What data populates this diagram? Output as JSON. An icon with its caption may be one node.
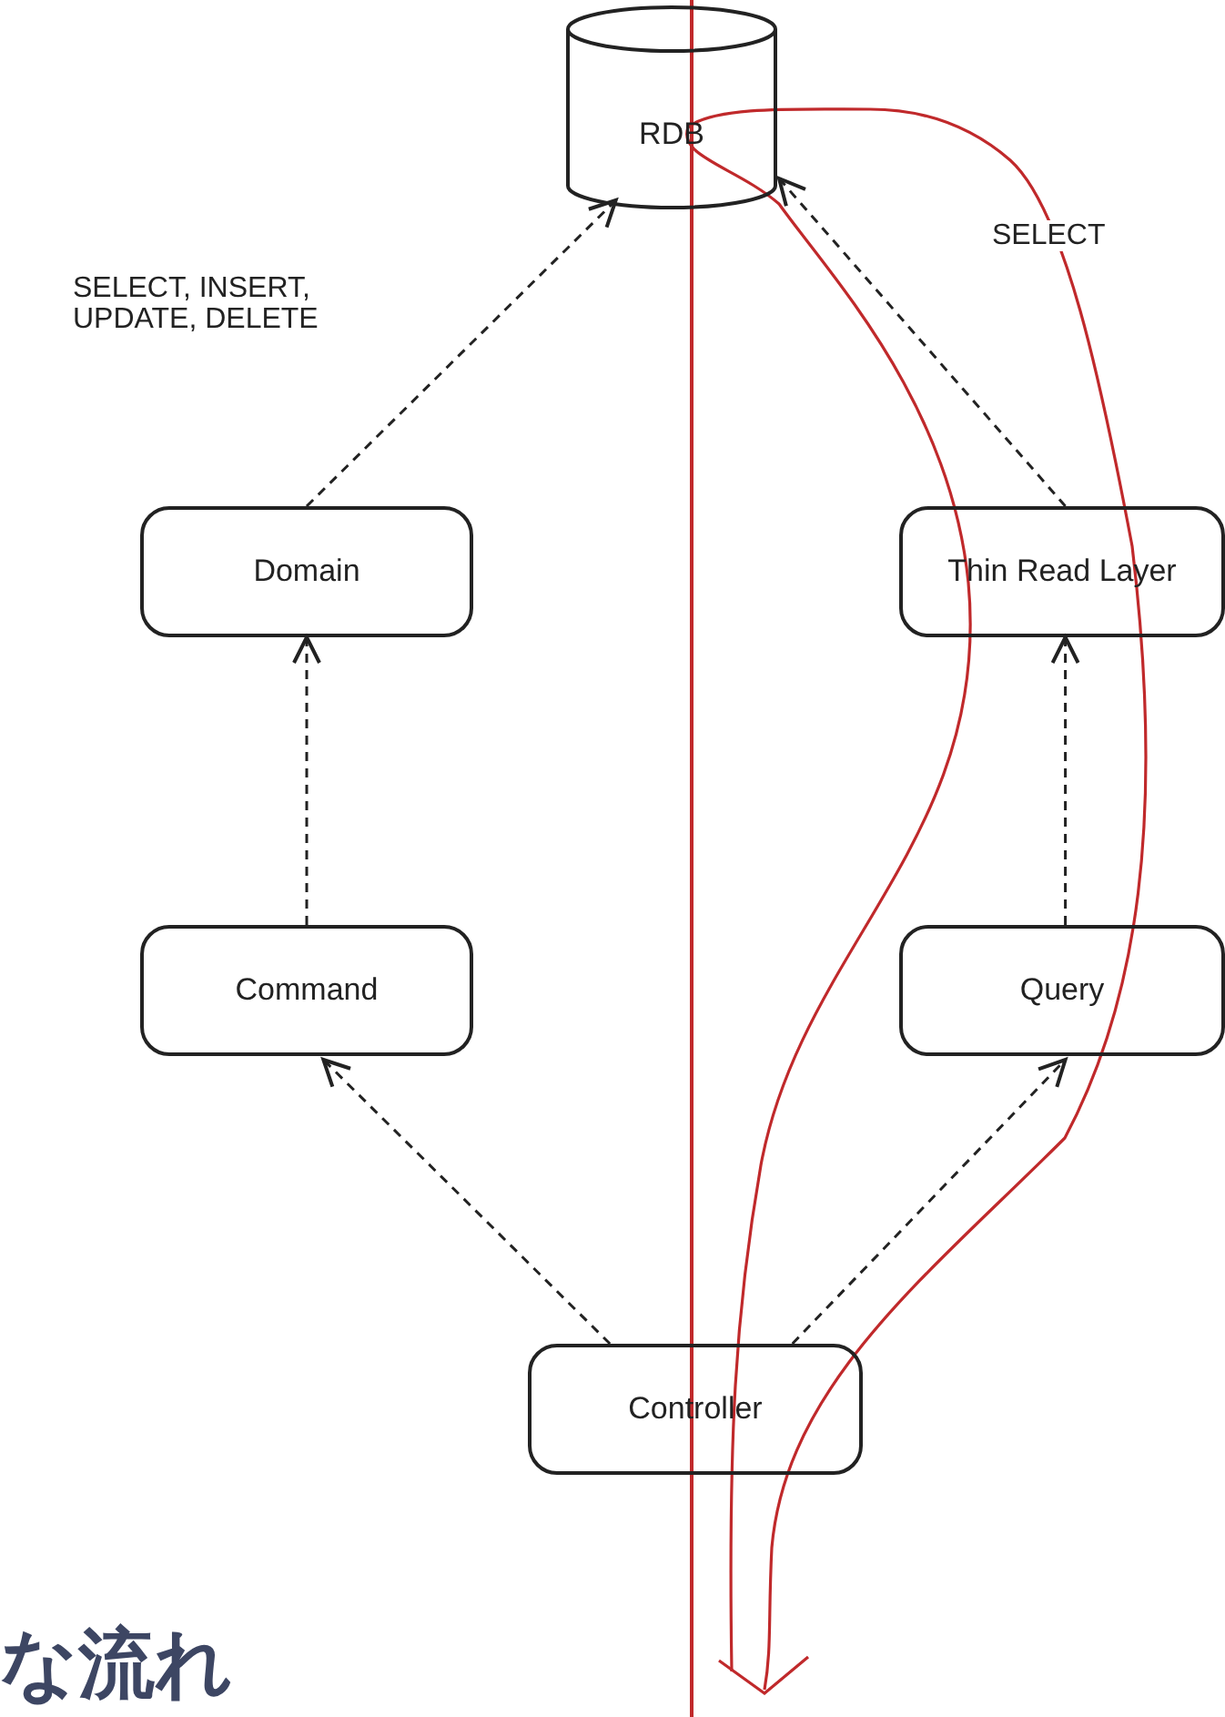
{
  "diagram": {
    "nodes": [
      {
        "text": [
          "RDB"
        ]
      },
      {
        "text": [
          "Domain"
        ]
      },
      {
        "text": [
          "Thin Read Layer"
        ]
      },
      {
        "text": [
          "Command"
        ]
      },
      {
        "text": [
          "Query"
        ]
      },
      {
        "text": [
          "Controller"
        ]
      }
    ],
    "edges": [
      {
        "from": 1,
        "to": 0,
        "arrow": "to",
        "style": "dashed",
        "label": "SELECT, INSERT, UPDATE, DELETE"
      },
      {
        "from": 2,
        "to": 0,
        "arrow": "to",
        "style": "dashed",
        "label": "SELECT"
      },
      {
        "from": 3,
        "to": 1,
        "arrow": "to",
        "style": "dashed"
      },
      {
        "from": 4,
        "to": 2,
        "arrow": "to",
        "style": "dashed"
      },
      {
        "from": 5,
        "to": 3,
        "arrow": "to",
        "style": "dashed"
      },
      {
        "from": 5,
        "to": 4,
        "arrow": "to",
        "style": "dashed"
      }
    ],
    "labels": [
      "な流れ"
    ]
  }
}
